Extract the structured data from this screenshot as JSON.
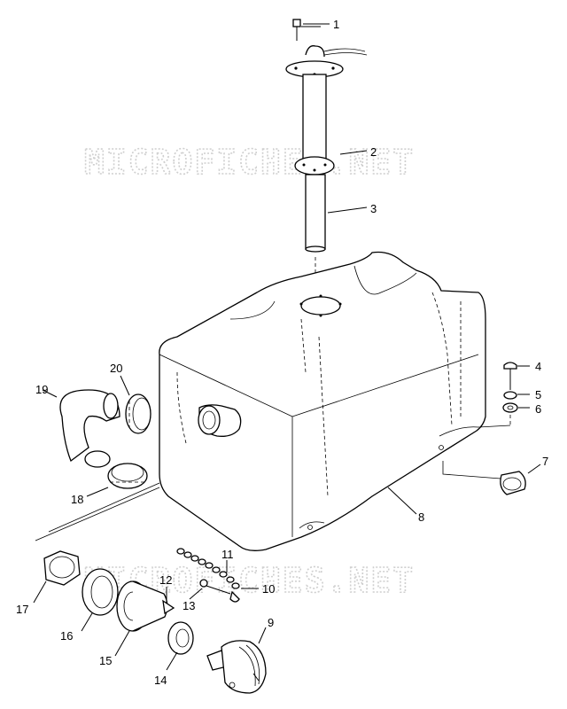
{
  "watermarks": [
    "MICROFICHES.NET",
    "MICROFICHES.NET"
  ],
  "callouts": [
    {
      "id": "1",
      "label": "1"
    },
    {
      "id": "2",
      "label": "2"
    },
    {
      "id": "3",
      "label": "3"
    },
    {
      "id": "4",
      "label": "4"
    },
    {
      "id": "5",
      "label": "5"
    },
    {
      "id": "6",
      "label": "6"
    },
    {
      "id": "7",
      "label": "7"
    },
    {
      "id": "8",
      "label": "8"
    },
    {
      "id": "9",
      "label": "9"
    },
    {
      "id": "10",
      "label": "10"
    },
    {
      "id": "11",
      "label": "11"
    },
    {
      "id": "12",
      "label": "12"
    },
    {
      "id": "13",
      "label": "13"
    },
    {
      "id": "14",
      "label": "14"
    },
    {
      "id": "15",
      "label": "15"
    },
    {
      "id": "16",
      "label": "16"
    },
    {
      "id": "17",
      "label": "17"
    },
    {
      "id": "18",
      "label": "18"
    },
    {
      "id": "19",
      "label": "19"
    },
    {
      "id": "20",
      "label": "20"
    }
  ]
}
